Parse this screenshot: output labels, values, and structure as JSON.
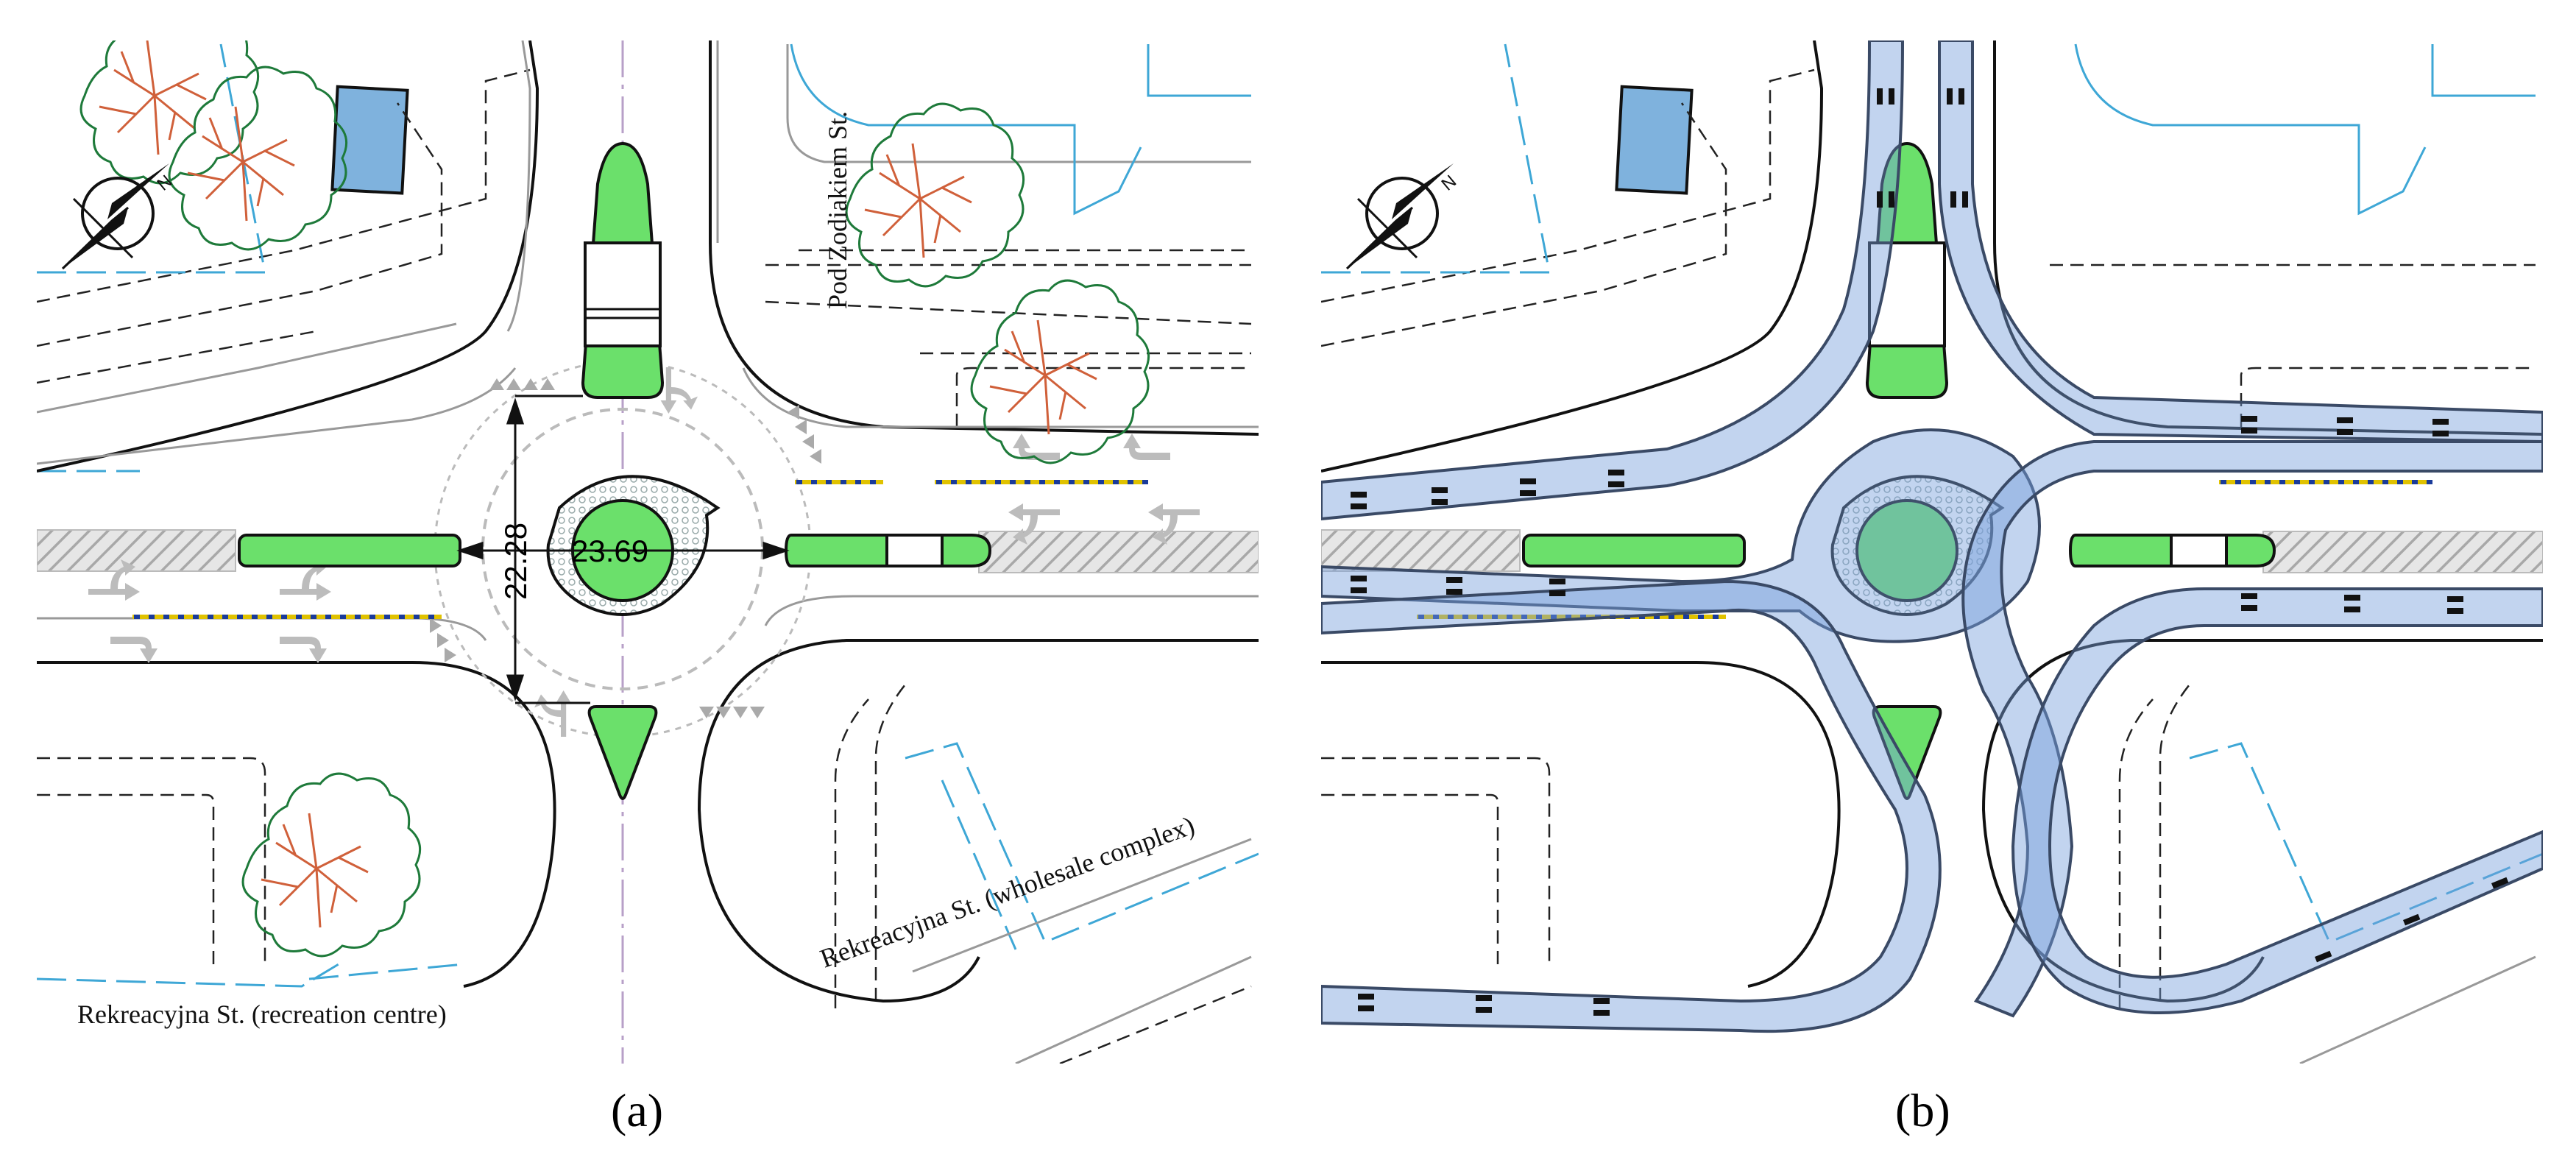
{
  "panels": [
    {
      "caption": "(a)",
      "labels": {
        "street_north": "Pod Zodiakiem St.",
        "street_west": "Rekreacyjna St. (recreation centre)",
        "street_east": "Rekreacyjna St. (wholesale complex)",
        "dim_diameter": "23.69",
        "dim_upper": "22.28"
      }
    },
    {
      "caption": "(b)"
    }
  ],
  "colors": {
    "island": "#6be06b",
    "building": "#7fb2dd",
    "swept_path": "#78a0dc",
    "tree_outline": "#1e7a3a",
    "tree_branch": "#d0603a"
  },
  "icons": [
    "north-arrow-icon",
    "tree-icon",
    "lane-arrow-icon"
  ]
}
